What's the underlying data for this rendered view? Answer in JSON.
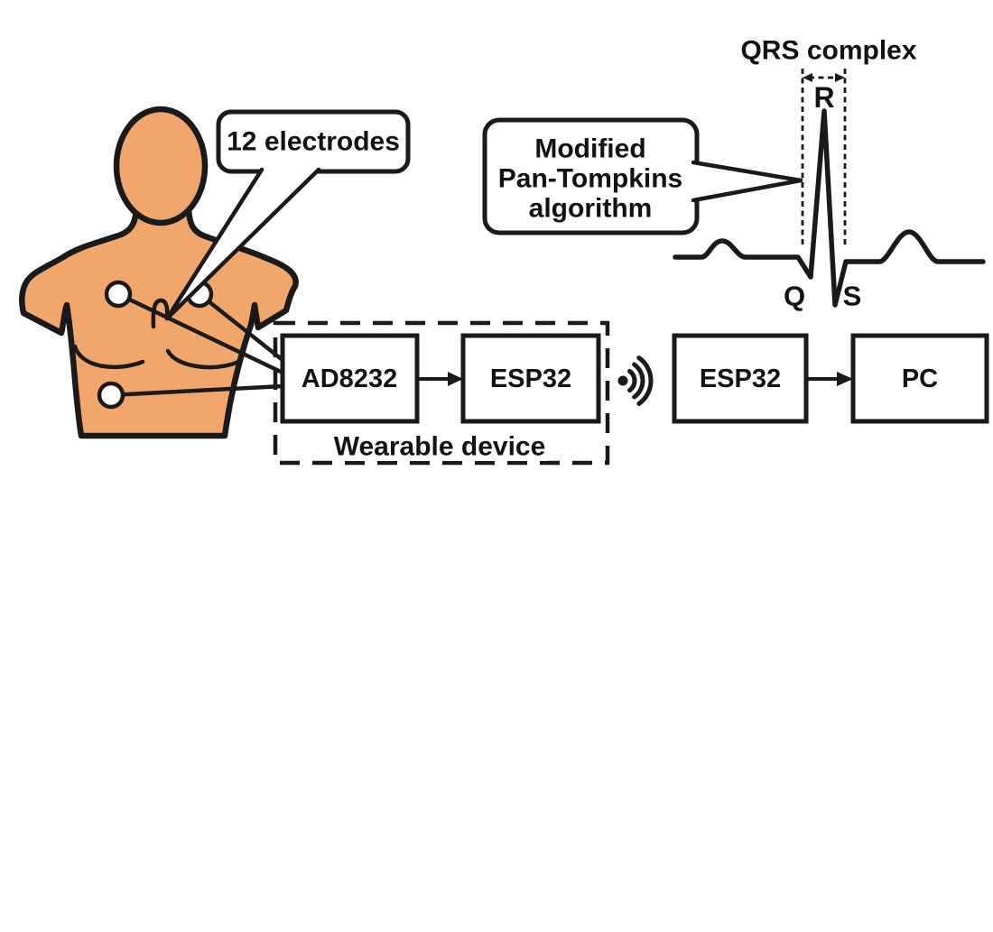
{
  "colors": {
    "skin": "#F1A76B",
    "line": "#1a1a1a",
    "background": "#ffffff"
  },
  "callouts": {
    "electrodes": {
      "label": "12 electrodes"
    },
    "algorithm": {
      "line1": "Modified",
      "line2": "Pan-Tompkins",
      "line3": "algorithm"
    }
  },
  "ecg": {
    "title": "QRS complex",
    "r": "R",
    "q": "Q",
    "s": "S"
  },
  "pipeline": {
    "wearable_group_label": "Wearable device",
    "ad8232": "AD8232",
    "esp32_tx": "ESP32",
    "esp32_rx": "ESP32",
    "pc": "PC",
    "wireless_icon": "wifi-signal-icon"
  }
}
